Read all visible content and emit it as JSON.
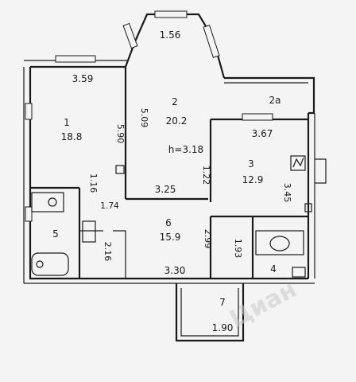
{
  "rooms": {
    "r1": {
      "number": "1",
      "area": "18.8"
    },
    "r2": {
      "number": "2",
      "area": "20.2"
    },
    "r2a": {
      "number": "2а"
    },
    "r3": {
      "number": "3",
      "area": "12.9"
    },
    "r4": {
      "number": "4"
    },
    "r5": {
      "number": "5"
    },
    "r6": {
      "number": "6",
      "area": "15.9"
    },
    "r7": {
      "number": "7"
    }
  },
  "dimensions": {
    "bay_top": "1.56",
    "r1_width": "3.59",
    "r1_height": "5.90",
    "r2_height": "5.09",
    "r3_width": "3.67",
    "r3_height": "3.45",
    "hall_upper": "3.25",
    "hall_door": "1.22",
    "corridor_width": "1.16",
    "corridor_small": "1.74",
    "r6_height": "2.99",
    "r6_width": "3.30",
    "r5_height": "2.16",
    "r4_height": "1.93",
    "r7_width": "1.90"
  },
  "annotations": {
    "ceiling_height": "h=3.18"
  },
  "watermark": {
    "text": "Циан"
  }
}
